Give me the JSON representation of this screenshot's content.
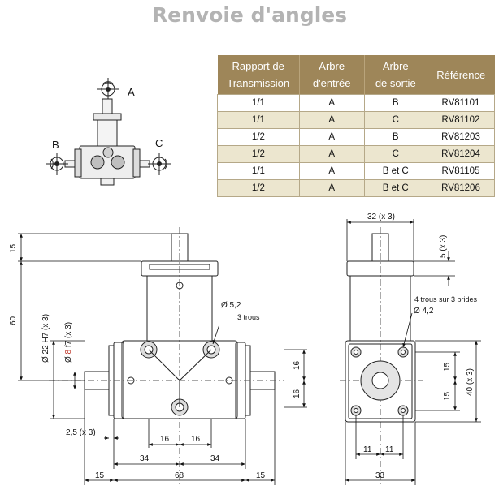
{
  "title": "Renvoie d'angles",
  "table": {
    "headers": [
      [
        "Rapport  de",
        "Transmission"
      ],
      [
        "Arbre",
        "d'entrée"
      ],
      [
        "Arbre",
        "de  sortie"
      ],
      [
        "Référence"
      ]
    ],
    "rows": [
      [
        "1/1",
        "A",
        "B",
        "RV81101"
      ],
      [
        "1/1",
        "A",
        "C",
        "RV81102"
      ],
      [
        "1/2",
        "A",
        "B",
        "RV81203"
      ],
      [
        "1/2",
        "A",
        "C",
        "RV81204"
      ],
      [
        "1/1",
        "A",
        "B et C",
        "RV81105"
      ],
      [
        "1/2",
        "A",
        "B et C",
        "RV81206"
      ]
    ]
  },
  "icon_labels": {
    "a": "A",
    "b": "B",
    "c": "C"
  },
  "front_view": {
    "dim_top": "15",
    "dim_height": "60",
    "dim_bore": "Ø 22 H7 (x 3)",
    "dim_shaft_prefix": "Ø ",
    "dim_shaft_red": "8",
    "dim_shaft_suffix": " f7 (x 3)",
    "dim_hole_dia": "Ø 5,2",
    "dim_hole_count": "3 trous",
    "dim_16_upper": "16",
    "dim_16_lower": "16",
    "dim_flange": "2,5 (x 3)",
    "dim_16_left": "16",
    "dim_16_right": "16",
    "dim_34_left": "34",
    "dim_34_right": "34",
    "dim_15_left": "15",
    "dim_68": "68",
    "dim_15_right": "15"
  },
  "side_view": {
    "dim_32": "32 (x 3)",
    "dim_5": "5 (x 3)",
    "dim_holes_note": "4 trous sur 3 brides",
    "dim_hole_dia": "Ø 4,2",
    "dim_15_upper": "15",
    "dim_15_lower": "15",
    "dim_40": "40 (x 3)",
    "dim_11_left": "11",
    "dim_11_right": "11",
    "dim_33": "33"
  }
}
